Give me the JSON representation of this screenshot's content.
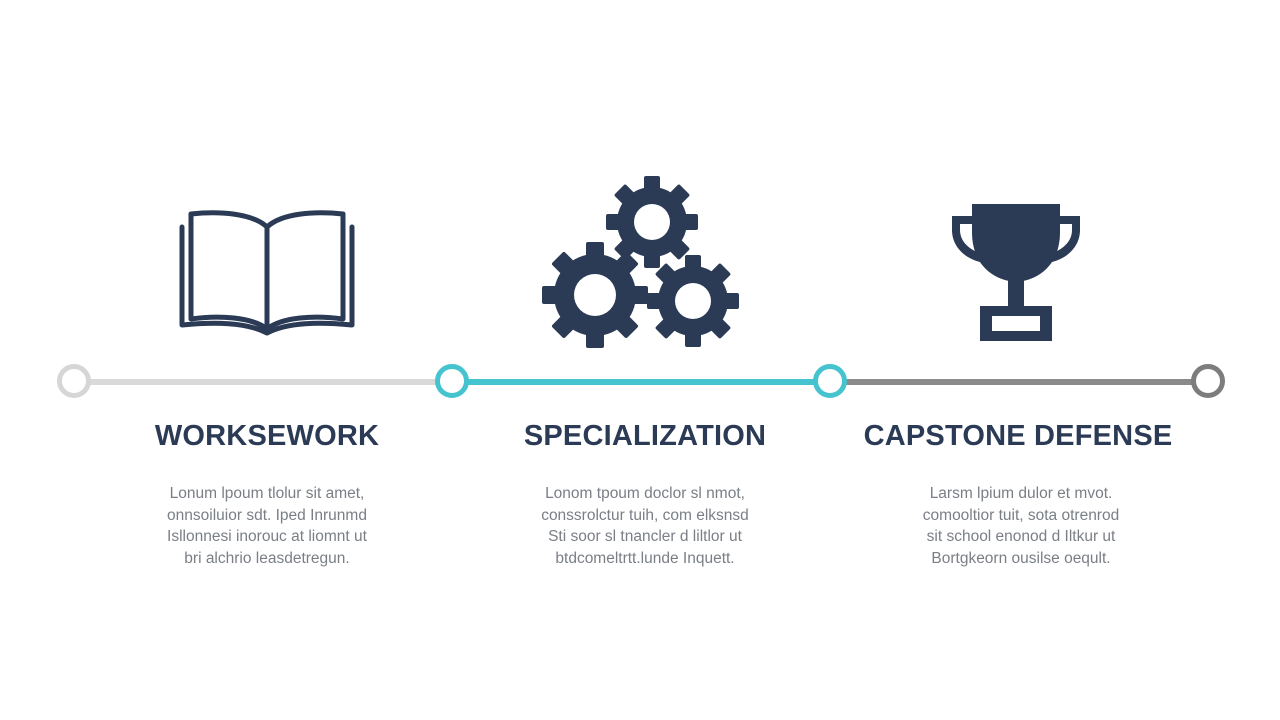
{
  "steps": [
    {
      "icon": "open-book-icon",
      "title": "WORKSEWORK",
      "body": [
        "Lonum lpoum tlolur sit amet,",
        "onnsoiluior sdt. Iped Inrunmd",
        "Isllonnesi inorouc at liomnt ut",
        "bri alchrio leasdetregun."
      ]
    },
    {
      "icon": "gears-icon",
      "title": "SPECIALIZATION",
      "body": [
        "Lonom tpoum doclor sl nmot,",
        "conssrolctur tuih, com elksnsd",
        "Sti soor sl tnancler d liltlor ut",
        "btdcomeltrtt.lunde Inquett."
      ]
    },
    {
      "icon": "trophy-icon",
      "title": "CAPSTONE DEFENSE",
      "body": [
        "Larsm lpium dulor et mvot.",
        "comooltior tuit, sota otrenrod",
        "sit school enonod d Iltkur ut",
        "Bortgkeorn ousilse oeqult."
      ]
    }
  ],
  "colors": {
    "title": "#2b3a55",
    "body": "#7a7f86",
    "icon": "#2b3a55",
    "segment_1": "#d9d9d9",
    "segment_2": "#45c4cf",
    "segment_3": "#8a8a8a",
    "node_start": "#d6d6d6",
    "node_active": "#45c4cf",
    "node_end": "#7d7d7d"
  }
}
